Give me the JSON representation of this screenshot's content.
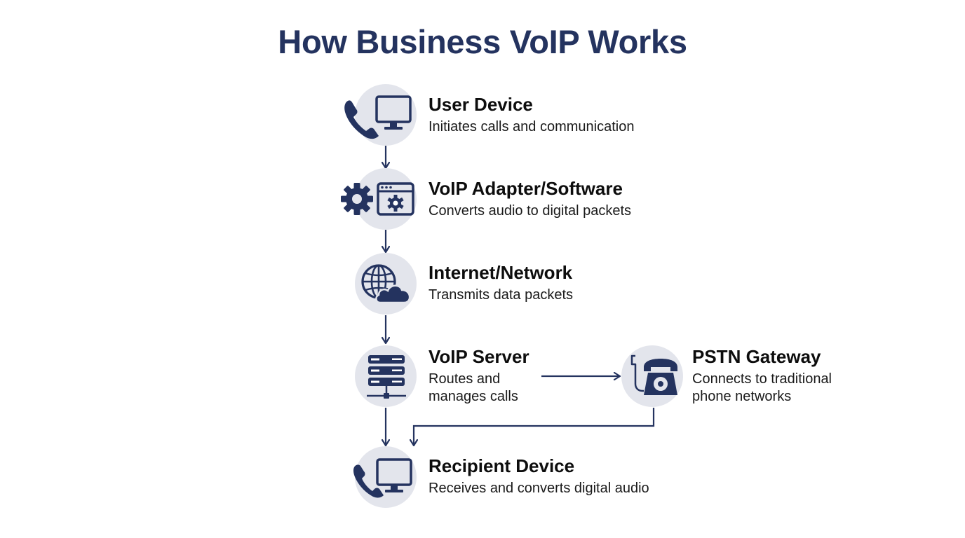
{
  "title": "How Business VoIP Works",
  "colors": {
    "navy": "#24335f",
    "circle": "#e3e5ec"
  },
  "steps": [
    {
      "title": "User Device",
      "desc": "Initiates calls and communication",
      "icon": "phone-monitor-icon"
    },
    {
      "title": "VoIP Adapter/Software",
      "desc": "Converts audio to digital packets",
      "icon": "gear-window-icon"
    },
    {
      "title": "Internet/Network",
      "desc": "Transmits data packets",
      "icon": "globe-cloud-icon"
    },
    {
      "title": "VoIP Server",
      "desc_line1": "Routes and",
      "desc_line2": "manages calls",
      "icon": "server-rack-icon"
    },
    {
      "title": "PSTN Gateway",
      "desc_line1": "Connects to traditional",
      "desc_line2": "phone networks",
      "icon": "desk-phone-icon"
    },
    {
      "title": "Recipient Device",
      "desc": "Receives and converts digital audio",
      "icon": "phone-monitor-icon"
    }
  ]
}
